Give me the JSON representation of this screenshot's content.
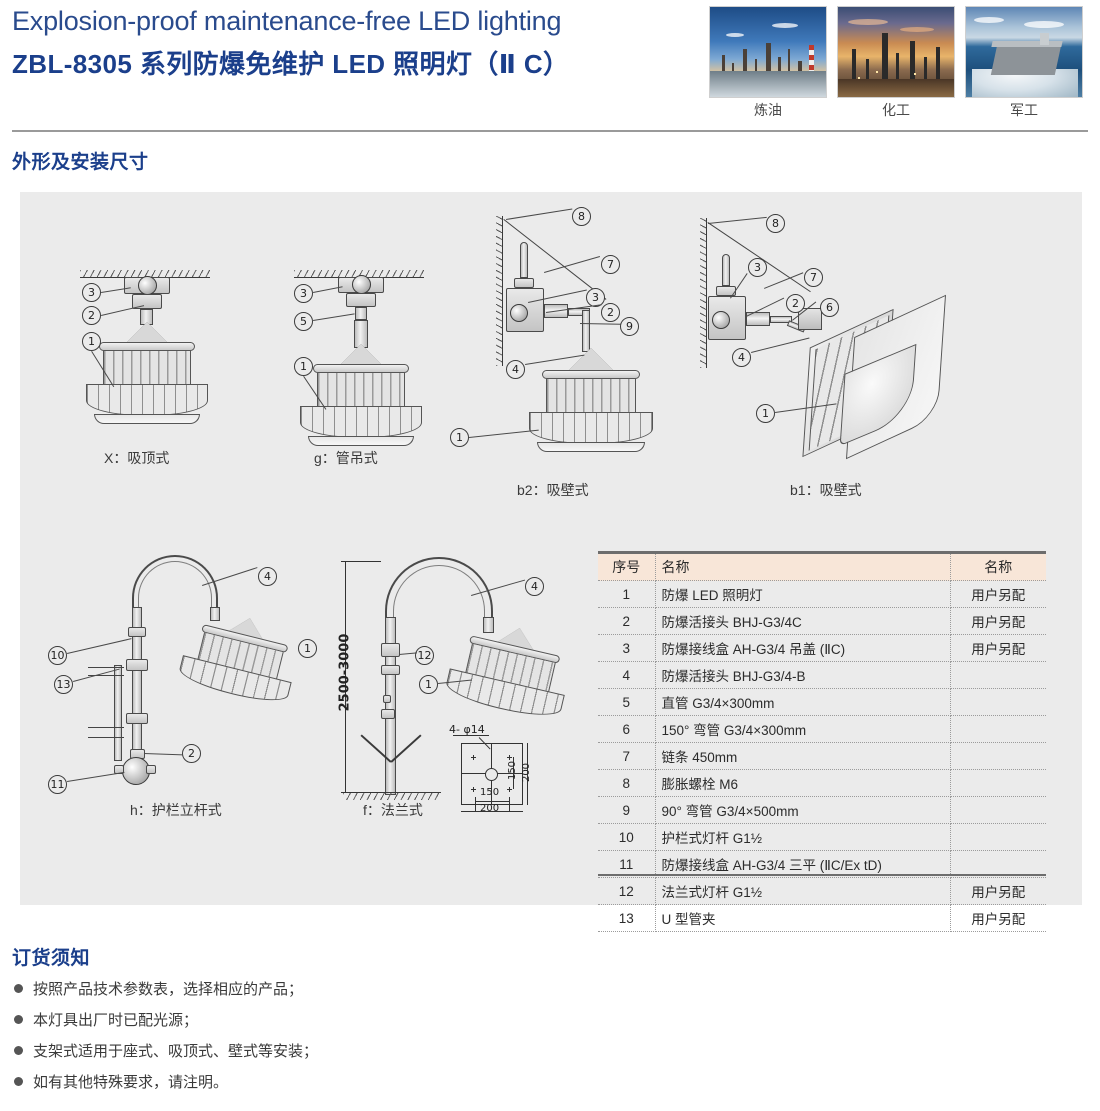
{
  "header": {
    "title_en": "Explosion-proof maintenance-free LED lighting",
    "title_cn": "ZBL-8305 系列防爆免维护 LED 照明灯（Ⅱ C）",
    "applications": [
      {
        "caption": "炼油",
        "photo": "refinery-photo"
      },
      {
        "caption": "化工",
        "photo": "chemical-plant-photo"
      },
      {
        "caption": "军工",
        "photo": "military-carrier-photo"
      }
    ]
  },
  "sections": {
    "dimensions_title": "外形及安装尺寸",
    "order_title": "订货须知"
  },
  "drawings": [
    {
      "id": "x",
      "caption": "X：吸顶式",
      "balloons": [
        "3",
        "2",
        "1"
      ]
    },
    {
      "id": "g",
      "caption": "g：管吊式",
      "balloons": [
        "3",
        "5",
        "1"
      ]
    },
    {
      "id": "b2",
      "caption": "b2：吸壁式",
      "balloons": [
        "8",
        "7",
        "3",
        "2",
        "9",
        "4",
        "1"
      ]
    },
    {
      "id": "b1",
      "caption": "b1：吸壁式",
      "balloons": [
        "8",
        "3",
        "7",
        "2",
        "6",
        "4",
        "1"
      ]
    },
    {
      "id": "h",
      "caption": "h：护栏立杆式",
      "balloons": [
        "4",
        "1",
        "10",
        "13",
        "2",
        "11"
      ]
    },
    {
      "id": "f",
      "caption": "f：法兰式",
      "balloons": [
        "4",
        "12",
        "1"
      ]
    }
  ],
  "dimension_labels": {
    "pole_height": "2500-3000",
    "bolt_spec": "4- φ14",
    "flange_inner_h": "150",
    "flange_outer_h": "200",
    "flange_inner_v": "150",
    "flange_outer_v": "200"
  },
  "parts_table": {
    "headers": [
      "序号",
      "名称",
      "名称"
    ],
    "rows": [
      {
        "no": "1",
        "name": "防爆 LED 照明灯",
        "supply": "用户另配"
      },
      {
        "no": "2",
        "name": "防爆活接头 BHJ-G3/4C",
        "supply": "用户另配"
      },
      {
        "no": "3",
        "name": "防爆接线盒 AH-G3/4 吊盖 (ⅡC)",
        "supply": "用户另配"
      },
      {
        "no": "4",
        "name": "防爆活接头 BHJ-G3/4-B",
        "supply": ""
      },
      {
        "no": "5",
        "name": "直管 G3/4×300mm",
        "supply": ""
      },
      {
        "no": "6",
        "name": "150°  弯管 G3/4×300mm",
        "supply": ""
      },
      {
        "no": "7",
        "name": "链条 450mm",
        "supply": ""
      },
      {
        "no": "8",
        "name": "膨胀螺栓 M6",
        "supply": ""
      },
      {
        "no": "9",
        "name": "90°  弯管 G3/4×500mm",
        "supply": ""
      },
      {
        "no": "10",
        "name": "护栏式灯杆 G1½",
        "supply": ""
      },
      {
        "no": "11",
        "name": "防爆接线盒 AH-G3/4 三平 (ⅡC/Ex tD)",
        "supply": ""
      },
      {
        "no": "12",
        "name": "法兰式灯杆 G1½",
        "supply": "用户另配"
      },
      {
        "no": "13",
        "name": "U 型管夹",
        "supply": "用户另配"
      }
    ]
  },
  "order_notes": [
    "按照产品技术参数表，选择相应的产品；",
    "本灯具出厂时已配光源；",
    "支架式适用于座式、吸顶式、壁式等安装；",
    "如有其他特殊要求，请注明。"
  ],
  "colors": {
    "title_en": "#2a4b8d",
    "title_cn": "#1b3f8b",
    "section_title": "#1b3f8b",
    "panel_bg": "#ebebeb",
    "table_header_bg": "#f8e6d8",
    "rule": "#9a9a9a"
  }
}
